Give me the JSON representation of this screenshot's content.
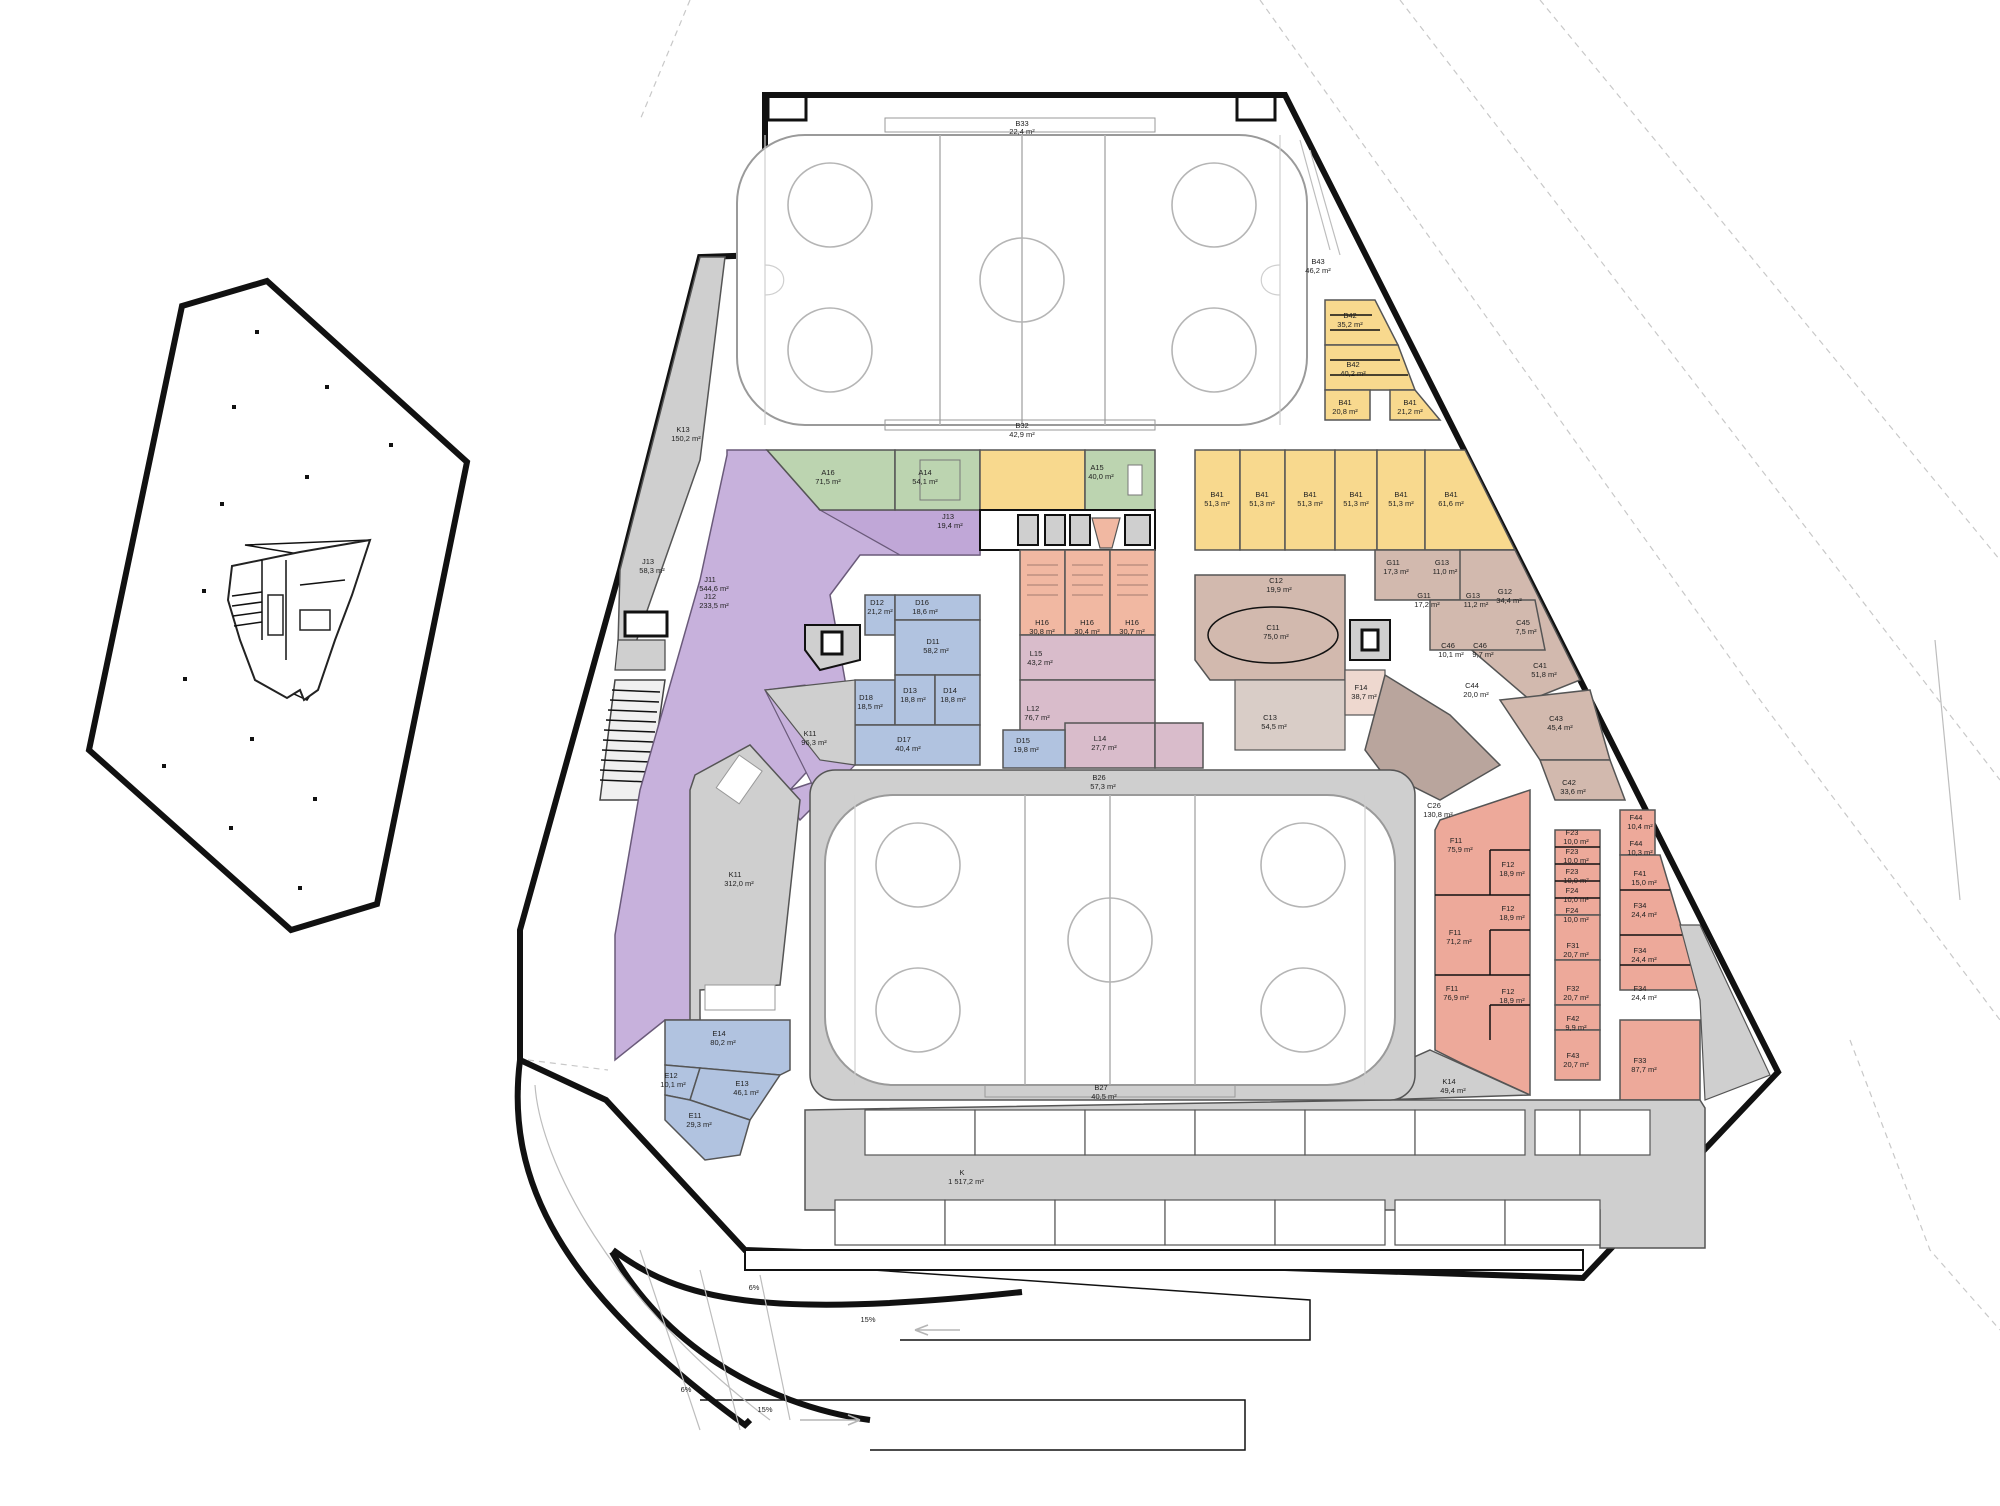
{
  "colors": {
    "purple": "#c7b1dc",
    "green": "#bcd4b0",
    "yellow": "#f8d98e",
    "salmon": "#f1b8a2",
    "blue": "#b1c3e0",
    "mauve": "#d9bccb",
    "taupe": "#d2b9ae",
    "grey": "#cfcfcf",
    "red": "#eda99a"
  },
  "rooms": {
    "B33": {
      "id": "B33",
      "area": "22,4 m²"
    },
    "B32": {
      "id": "B32",
      "area": "42,9 m²"
    },
    "B43": {
      "id": "B43",
      "area": "46,2 m²"
    },
    "B42a": {
      "id": "B42",
      "area": "35,2 m²"
    },
    "B42b": {
      "id": "B42",
      "area": "40,2 m²"
    },
    "B41s1": {
      "id": "B41",
      "area": "20,8 m²"
    },
    "B41s2": {
      "id": "B41",
      "area": "21,2 m²"
    },
    "B41r1": {
      "id": "B41",
      "area": "51,3 m²"
    },
    "B41r2": {
      "id": "B41",
      "area": "51,3 m²"
    },
    "B41r3": {
      "id": "B41",
      "area": "51,3 m²"
    },
    "B41r4": {
      "id": "B41",
      "area": "51,3 m²"
    },
    "B41r5": {
      "id": "B41",
      "area": "51,3 m²"
    },
    "B41r6": {
      "id": "B41",
      "area": "61,6 m²"
    },
    "K13": {
      "id": "K13",
      "area": "150,2 m²"
    },
    "A16": {
      "id": "A16",
      "area": "71,5 m²"
    },
    "A14": {
      "id": "A14",
      "area": "54,1 m²"
    },
    "A15": {
      "id": "A15",
      "area": "40,0 m²"
    },
    "J13a": {
      "id": "J13",
      "area": "19,4 m²"
    },
    "J13b": {
      "id": "J13",
      "area": "58,3 m²"
    },
    "J11": {
      "id": "J11",
      "area": "544,6 m²"
    },
    "J12": {
      "id": "J12",
      "area": "233,5 m²"
    },
    "D12": {
      "id": "D12",
      "area": "21,2 m²"
    },
    "D16": {
      "id": "D16",
      "area": "18,6 m²"
    },
    "D11": {
      "id": "D11",
      "area": "58,2 m²"
    },
    "D18": {
      "id": "D18",
      "area": "18,5 m²"
    },
    "D13": {
      "id": "D13",
      "area": "18,8 m²"
    },
    "D14": {
      "id": "D14",
      "area": "18,8 m²"
    },
    "D17": {
      "id": "D17",
      "area": "40,4 m²"
    },
    "D15": {
      "id": "D15",
      "area": "19,8 m²"
    },
    "K11a": {
      "id": "K11",
      "area": "96,3 m²"
    },
    "K11b": {
      "id": "K11",
      "area": "312,0 m²"
    },
    "H16a": {
      "id": "H16",
      "area": "30,8 m²"
    },
    "H16b": {
      "id": "H16",
      "area": "30,4 m²"
    },
    "H16c": {
      "id": "H16",
      "area": "30,7 m²"
    },
    "L15": {
      "id": "L15",
      "area": "43,2 m²"
    },
    "L12": {
      "id": "L12",
      "area": "76,7 m²"
    },
    "L14": {
      "id": "L14",
      "area": "27,7 m²"
    },
    "C12": {
      "id": "C12",
      "area": "19,9 m²"
    },
    "C11": {
      "id": "C11",
      "area": "75,0 m²"
    },
    "C13": {
      "id": "C13",
      "area": "54,5 m²"
    },
    "F14": {
      "id": "F14",
      "area": "38,7 m²"
    },
    "G11a": {
      "id": "G11",
      "area": "17,3 m²"
    },
    "G11b": {
      "id": "G11",
      "area": "17,2 m²"
    },
    "G13a": {
      "id": "G13",
      "area": "11,0 m²"
    },
    "G13b": {
      "id": "G13",
      "area": "11,2 m²"
    },
    "G12": {
      "id": "G12",
      "area": "34,4 m²"
    },
    "C45": {
      "id": "C45",
      "area": "7,5 m²"
    },
    "C46a": {
      "id": "C46",
      "area": "10,1 m²"
    },
    "C46b": {
      "id": "C46",
      "area": "9,7 m²"
    },
    "C41": {
      "id": "C41",
      "area": "51,8 m²"
    },
    "C44": {
      "id": "C44",
      "area": "20,0 m²"
    },
    "C43": {
      "id": "C43",
      "area": "45,4 m²"
    },
    "C42": {
      "id": "C42",
      "area": "33,6 m²"
    },
    "B26": {
      "id": "B26",
      "area": "57,3 m²"
    },
    "B27": {
      "id": "B27",
      "area": "40,5 m²"
    },
    "C26": {
      "id": "C26",
      "area": "130,8 m²"
    },
    "F11a": {
      "id": "F11",
      "area": "75,9 m²"
    },
    "F11b": {
      "id": "F11",
      "area": "71,2 m²"
    },
    "F11c": {
      "id": "F11",
      "area": "76,9 m²"
    },
    "F12a": {
      "id": "F12",
      "area": "18,9 m²"
    },
    "F12b": {
      "id": "F12",
      "area": "18,9 m²"
    },
    "F12c": {
      "id": "F12",
      "area": "18,9 m²"
    },
    "F23a": {
      "id": "F23",
      "area": "10,0 m²"
    },
    "F23b": {
      "id": "F23",
      "area": "10,0 m²"
    },
    "F23c": {
      "id": "F23",
      "area": "10,0 m²"
    },
    "F24a": {
      "id": "F24",
      "area": "10,0 m²"
    },
    "F24b": {
      "id": "F24",
      "area": "10,0 m²"
    },
    "F31": {
      "id": "F31",
      "area": "20,7 m²"
    },
    "F32": {
      "id": "F32",
      "area": "20,7 m²"
    },
    "F42": {
      "id": "F42",
      "area": "9,9 m²"
    },
    "F43": {
      "id": "F43",
      "area": "20,7 m²"
    },
    "F44a": {
      "id": "F44",
      "area": "10,4 m²"
    },
    "F44b": {
      "id": "F44",
      "area": "10,3 m²"
    },
    "F41": {
      "id": "F41",
      "area": "15,0 m²"
    },
    "F34a": {
      "id": "F34",
      "area": "24,4 m²"
    },
    "F34b": {
      "id": "F34",
      "area": "24,4 m²"
    },
    "F34c": {
      "id": "F34",
      "area": "24,4 m²"
    },
    "F33": {
      "id": "F33",
      "area": "87,7 m²"
    },
    "K14": {
      "id": "K14",
      "area": "49,4 m²"
    },
    "E14": {
      "id": "E14",
      "area": "80,2 m²"
    },
    "E12": {
      "id": "E12",
      "area": "10,1 m²"
    },
    "E13": {
      "id": "E13",
      "area": "46,1 m²"
    },
    "E11": {
      "id": "E11",
      "area": "29,3 m²"
    },
    "K": {
      "id": "K",
      "area": "1 517,2 m²"
    }
  },
  "ramps": {
    "slope_a": "6%",
    "slope_b": "15%",
    "slope_c": "6%",
    "slope_d": "15%"
  }
}
